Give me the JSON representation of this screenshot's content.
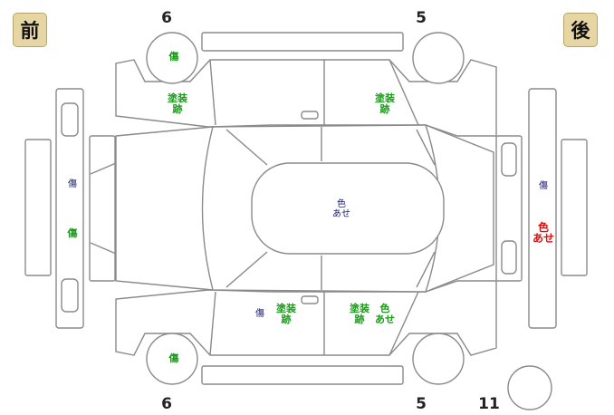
{
  "badges": {
    "front": "前",
    "rear": "後"
  },
  "wheel_numbers": {
    "front_top": "6",
    "rear_top": "5",
    "front_bottom": "6",
    "rear_bottom": "5",
    "spare": "11"
  },
  "marks": {
    "wheel_front_top": "傷",
    "door_front_top": "塗装\n跡",
    "door_rear_top": "塗装\n跡",
    "roof": "色\nあせ",
    "front_bumper_upper": "傷",
    "front_bumper_lower": "傷",
    "rear_bumper_upper": "傷",
    "rear_bumper_lower": "色\nあせ",
    "door_front_bottom_scratch": "傷",
    "door_front_bottom": "塗装\n跡",
    "door_rear_bottom_paint": "塗装\n跡",
    "door_rear_bottom_fade": "色\nあせ",
    "wheel_front_bottom": "傷"
  }
}
